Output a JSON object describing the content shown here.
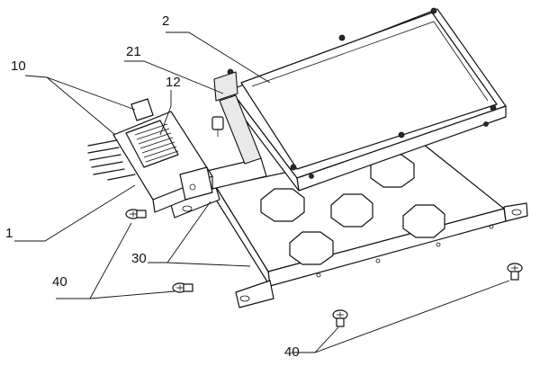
{
  "diagram": {
    "labels": {
      "hard_drive": "2",
      "bracket_part": "21",
      "connector": "10",
      "connector_cover": "12",
      "adapter": "1",
      "tray": "30",
      "screws_left": "40",
      "screws_right": "40"
    }
  }
}
